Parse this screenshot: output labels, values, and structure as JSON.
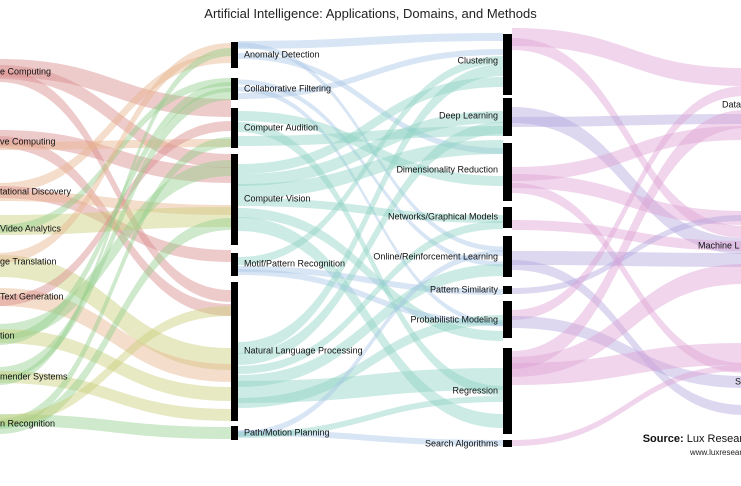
{
  "title": "Artificial Intelligence: Applications, Domains, and Methods",
  "source": {
    "label": "Source:",
    "org": "Lux Resear",
    "site": "www.luxresear"
  },
  "columns": {
    "applications": [
      {
        "label": "e Computing"
      },
      {
        "label": "ve Computing"
      },
      {
        "label": "tational Discovery"
      },
      {
        "label": "Video Analytics"
      },
      {
        "label": "ge Translation"
      },
      {
        "label": "Text Generation"
      },
      {
        "label": "tion"
      },
      {
        "label": "mender Systems"
      },
      {
        "label": "n Recognition"
      }
    ],
    "domains": [
      {
        "label": "Anomaly Detection"
      },
      {
        "label": "Collaborative Filtering"
      },
      {
        "label": "Computer Audition"
      },
      {
        "label": "Computer Vision"
      },
      {
        "label": "Motif/Pattern Recognition"
      },
      {
        "label": "Natural Language Processing"
      },
      {
        "label": "Path/Motion Planning"
      }
    ],
    "methods": [
      {
        "label": "Clustering"
      },
      {
        "label": "Deep Learning"
      },
      {
        "label": "Dimensionality Reduction"
      },
      {
        "label": "Networks/Graphical Models"
      },
      {
        "label": "Online/Reinforcement Learning"
      },
      {
        "label": "Pattern Similarity"
      },
      {
        "label": "Probabilistic Modeling"
      },
      {
        "label": "Regression"
      },
      {
        "label": "Search Algorithms"
      }
    ],
    "fields": [
      {
        "label": "Data"
      },
      {
        "label": "Machine L"
      },
      {
        "label": "S"
      }
    ]
  },
  "colors": {
    "red": "#d98b8b",
    "peach": "#e6b48c",
    "green": "#93cf8c",
    "olive": "#c9cf7a",
    "teal": "#8fd3c4",
    "blue": "#a9c6e6",
    "purple": "#b3a6dd",
    "pink": "#dea2d5"
  }
}
